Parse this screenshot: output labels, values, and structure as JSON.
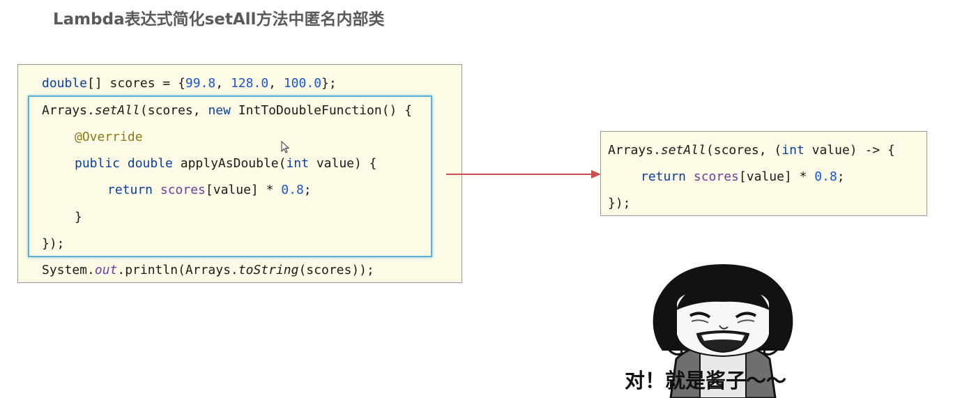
{
  "title": "Lambda表达式简化setAll方法中匿名内部类",
  "left_code": {
    "line1": {
      "t1": "double",
      "t2": "[] scores = {",
      "n1": "99.8",
      "c1": ", ",
      "n2": "128.0",
      "c2": ", ",
      "n3": "100.0",
      "end": "};"
    },
    "line2": {
      "t1": "Arrays.",
      "m": "setAll",
      "t2": "(scores, ",
      "kw": "new",
      "t3": " IntToDoubleFunction() {"
    },
    "line3": {
      "ann": "@Override"
    },
    "line4": {
      "kw1": "public",
      "sp1": " ",
      "kw2": "double",
      "t1": " applyAsDouble(",
      "kw3": "int",
      "t2": " value) {"
    },
    "line5": {
      "kw": "return",
      "sp": " ",
      "f": "scores",
      "t1": "[value] * ",
      "n": "0.8",
      "end": ";"
    },
    "line6": {
      "t": "}"
    },
    "line7": {
      "t": "});"
    },
    "line8": {
      "t1": "System.",
      "f": "out",
      "t2": ".println(Arrays.",
      "m": "toString",
      "t3": "(scores));"
    }
  },
  "right_code": {
    "line1": {
      "t1": "Arrays.",
      "m": "setAll",
      "t2": "(scores, (",
      "kw": "int",
      "t3": " value) -> {"
    },
    "line2": {
      "kw": "return",
      "sp": " ",
      "f": "scores",
      "t1": "[value] * ",
      "n": "0.8",
      "end": ";"
    },
    "line3": {
      "t": "});"
    }
  },
  "meme_caption": "对！就是酱子～～",
  "colors": {
    "arrow": "#c9504c",
    "selection": "#5aaed8",
    "code_bg": "#fdfbe6",
    "keyword": "#0b3e9e",
    "number": "#1a55d6"
  }
}
